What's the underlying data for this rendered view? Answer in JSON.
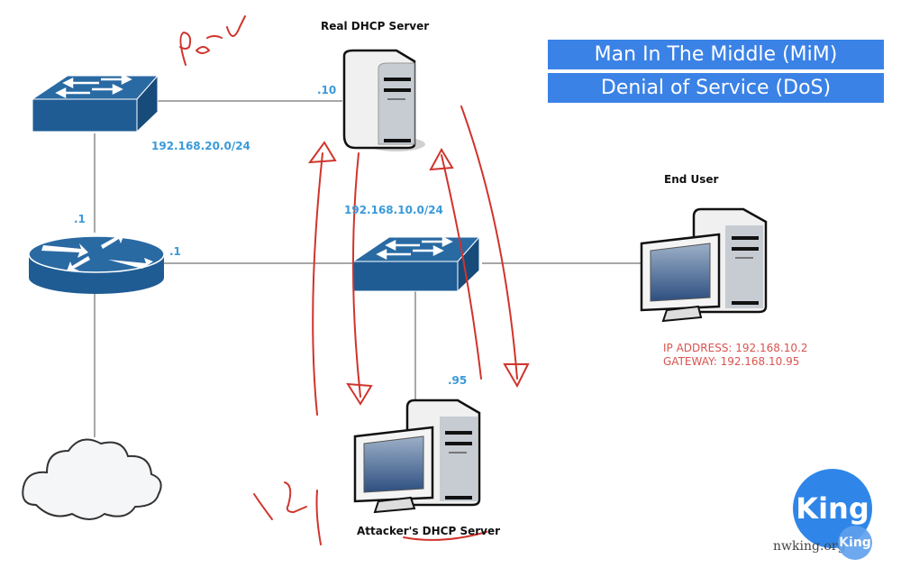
{
  "titles": {
    "mim": "Man In The Middle (MiM)",
    "dos": "Denial of Service (DoS)"
  },
  "devices": {
    "real_dhcp_server": {
      "label": "Real DHCP Server",
      "ip_suffix": ".10"
    },
    "end_user": {
      "label": "End User",
      "ip_address": "IP ADDRESS: 192.168.10.2",
      "gateway": "GATEWAY: 192.168.10.95"
    },
    "attacker": {
      "label": "Attacker's DHCP Server",
      "ip_suffix": ".95"
    },
    "router": {
      "ip_suffix_top": ".1",
      "ip_suffix_right": ".1"
    }
  },
  "networks": {
    "net20": "192.168.20.0/24",
    "net10": "192.168.10.0/24"
  },
  "annotations": {
    "pool": "Pool",
    "number": "121"
  },
  "colors": {
    "title_bg": "#3b82e6",
    "network_blue": "#3a9ad9",
    "device_blue": "#1f5c94",
    "annotation_red": "#d0342c"
  },
  "logo": {
    "text": "King",
    "small_text": "King",
    "site": "nwking.org"
  }
}
